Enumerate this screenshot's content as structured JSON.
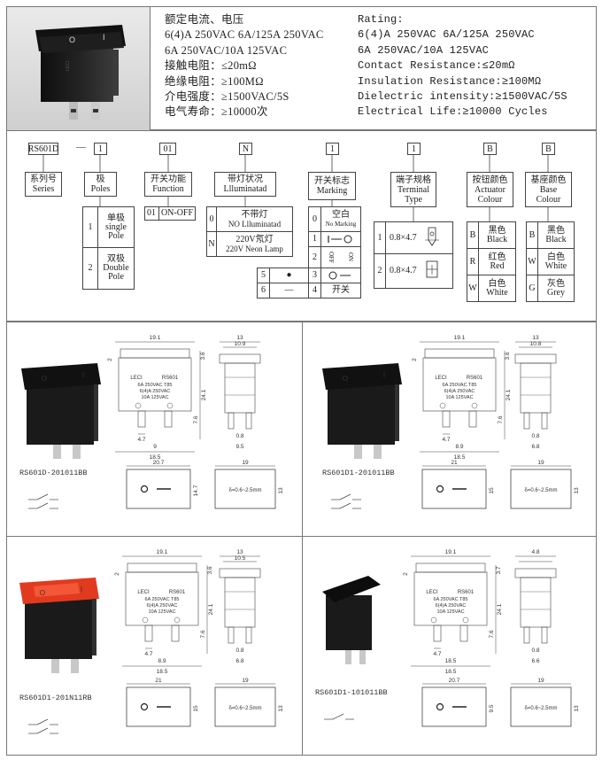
{
  "spec_cn": {
    "title": "额定电流、电压",
    "line1": "6(4)A 250VAC  6A/125A 250VAC",
    "line2": "6A  250VAC/10A 125VAC",
    "contact": "接触电阻：≤20mΩ",
    "insulation": "绝缘电阻：≥100MΩ",
    "dielectric": "介电强度：≥1500VAC/5S",
    "life": "电气寿命：≥10000次"
  },
  "spec_en": {
    "title": "Rating:",
    "line1": "6(4)A 250VAC  6A/125A 250VAC",
    "line2": "6A  250VAC/10A 125VAC",
    "contact": "Contact  Resistance:≤20mΩ",
    "insulation": "Insulation  Resistance:≥100MΩ",
    "dielectric": "Dielectric intensity:≥1500VAC/5S",
    "life": "Electrical Life:≥10000 Cycles"
  },
  "code": {
    "series": "RS601D",
    "dash": "—",
    "c1": "1",
    "c2": "01",
    "c3": "N",
    "c4": "1",
    "c5": "1",
    "c6": "B",
    "c7": "B"
  },
  "headers": {
    "series": {
      "cn": "系列号",
      "en": "Series"
    },
    "poles": {
      "cn": "极",
      "en": "Poles"
    },
    "function": {
      "cn": "开关功能",
      "en": "Function"
    },
    "illum": {
      "cn": "带灯状况",
      "en": "Llluminatad"
    },
    "marking": {
      "cn": "开关标志",
      "en": "Marking"
    },
    "terminal": {
      "cn": "端子规格",
      "en1": "Terminal",
      "en2": "Type"
    },
    "actuator": {
      "cn": "按钮颜色",
      "en1": "Actuator",
      "en2": "Colour"
    },
    "base": {
      "cn": "基座颜色",
      "en1": "Base",
      "en2": "Colour"
    }
  },
  "poles": [
    {
      "num": "1",
      "cn": "单极",
      "en1": "single",
      "en2": "Pole"
    },
    {
      "num": "2",
      "cn": "双极",
      "en1": "Double",
      "en2": "Pole"
    }
  ],
  "function": {
    "num": "01",
    "label": "ON-OFF"
  },
  "illum": [
    {
      "code": "0",
      "cn": "不带灯",
      "en": "NO Llluminatad"
    },
    {
      "code": "N",
      "cn": "220V氖灯",
      "en": "220V Neon Lamp"
    }
  ],
  "marking": [
    {
      "num": "0",
      "cn": "空白",
      "en": "No Marking"
    },
    {
      "num": "1",
      "sym": "I—O"
    },
    {
      "num": "2",
      "off": "OFF",
      "on": "ON"
    },
    {
      "num": "3",
      "sym": "O—"
    },
    {
      "num": "4",
      "cn": "开关"
    },
    {
      "num": "5",
      "sym": "●"
    },
    {
      "num": "6",
      "sym": "—"
    }
  ],
  "terminal": [
    {
      "num": "1",
      "size": "0.8×4.7"
    },
    {
      "num": "2",
      "size": "0.8×4.7"
    }
  ],
  "actuator": [
    {
      "code": "B",
      "cn": "黑色",
      "en": "Black"
    },
    {
      "code": "R",
      "cn": "红色",
      "en": "Red"
    },
    {
      "code": "W",
      "cn": "白色",
      "en": "White"
    }
  ],
  "base": [
    {
      "code": "B",
      "cn": "黑色",
      "en": "Black"
    },
    {
      "code": "W",
      "cn": "白色",
      "en": "White"
    },
    {
      "code": "G",
      "cn": "灰色",
      "en": "Grey"
    }
  ],
  "products": [
    {
      "model": "RS601D-201011BB",
      "w1": "19.1",
      "w2": "10.9",
      "w3": "13",
      "h": "24.1",
      "bw": "20.7",
      "bh": "14.7",
      "sw": "19",
      "sh": "13",
      "d1": "4.7",
      "d2": "9",
      "d3": "18.5",
      "d4": "0.8",
      "d5": "9.5",
      "d6": "7.6",
      "d7": "3.6",
      "d8": "2",
      "range": "δ=0.6~2.5mm"
    },
    {
      "model": "RS601D1-201011BB",
      "w1": "19.1",
      "w2": "10.8",
      "w3": "13",
      "h": "24.1",
      "bw": "21",
      "bh": "15",
      "sw": "19",
      "sh": "13",
      "d1": "4.7",
      "d2": "8.9",
      "d3": "18.5",
      "d4": "0.8",
      "d5": "6.8",
      "d6": "7.6",
      "d7": "3.6",
      "d8": "2",
      "range": "δ=0.6~2.5mm"
    },
    {
      "model": "RS601D1-201N11RB",
      "w1": "19.1",
      "w2": "10.5",
      "w3": "13",
      "h": "24.1",
      "bw": "21",
      "bh": "15",
      "sw": "19",
      "sh": "13",
      "d1": "4.7",
      "d2": "8.9",
      "d3": "18.5",
      "d4": "0.8",
      "d5": "6.8",
      "d6": "7.6",
      "d7": "3.6",
      "d8": "2",
      "range": "δ=0.6~2.5mm"
    },
    {
      "model": "RS601D1-101011BB",
      "w1": "19.1",
      "w2": "4.8",
      "w3": "",
      "h": "24.1",
      "bw": "20.7",
      "bh": "9.5",
      "sw": "19",
      "sh": "13",
      "d1": "4.7",
      "d2": "18.5",
      "d3": "",
      "d4": "0.8",
      "d5": "6.6",
      "d6": "7.6",
      "d7": "3.7",
      "d8": "2",
      "range": "δ=0.6~2.5mm"
    }
  ],
  "label_text": {
    "brand": "LECI",
    "model": "RS601",
    "r1": "6A 250VAC T85",
    "r2": "6(4)A 250VAC",
    "r3": "10A 125VAC"
  },
  "colors": {
    "actuator_red": "#e23a1e",
    "body_black": "#1a1a1a",
    "line": "#777777"
  }
}
